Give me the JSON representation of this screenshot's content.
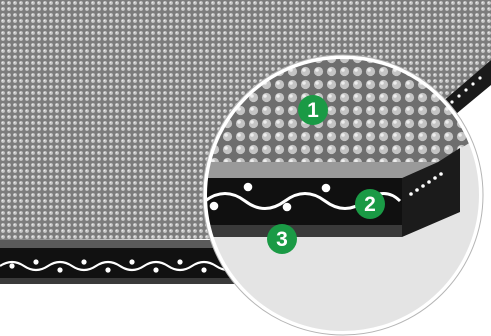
{
  "diagram": {
    "markers": [
      {
        "label": "1",
        "color": "#1a9a45"
      },
      {
        "label": "2",
        "color": "#1a9a45"
      },
      {
        "label": "3",
        "color": "#1a9a45"
      }
    ],
    "colors": {
      "belt_surface": "#8a8a8a",
      "surface_bumps": "#cfcfcf",
      "belt_body": "#111111",
      "cord": "#ffffff",
      "background": "#ffffff",
      "lens_inner": "#e6e6e6"
    }
  }
}
